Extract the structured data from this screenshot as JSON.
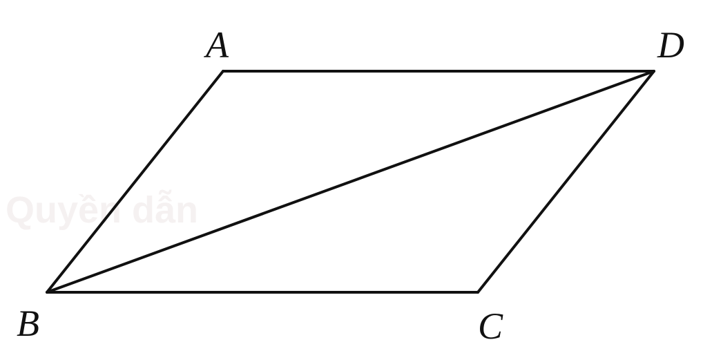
{
  "figure": {
    "vertices": {
      "A": "A",
      "B": "B",
      "C": "C",
      "D": "D"
    },
    "watermark": "Quyền dẫn",
    "stroke_color": "#111111",
    "background_color": "#ffffff"
  }
}
